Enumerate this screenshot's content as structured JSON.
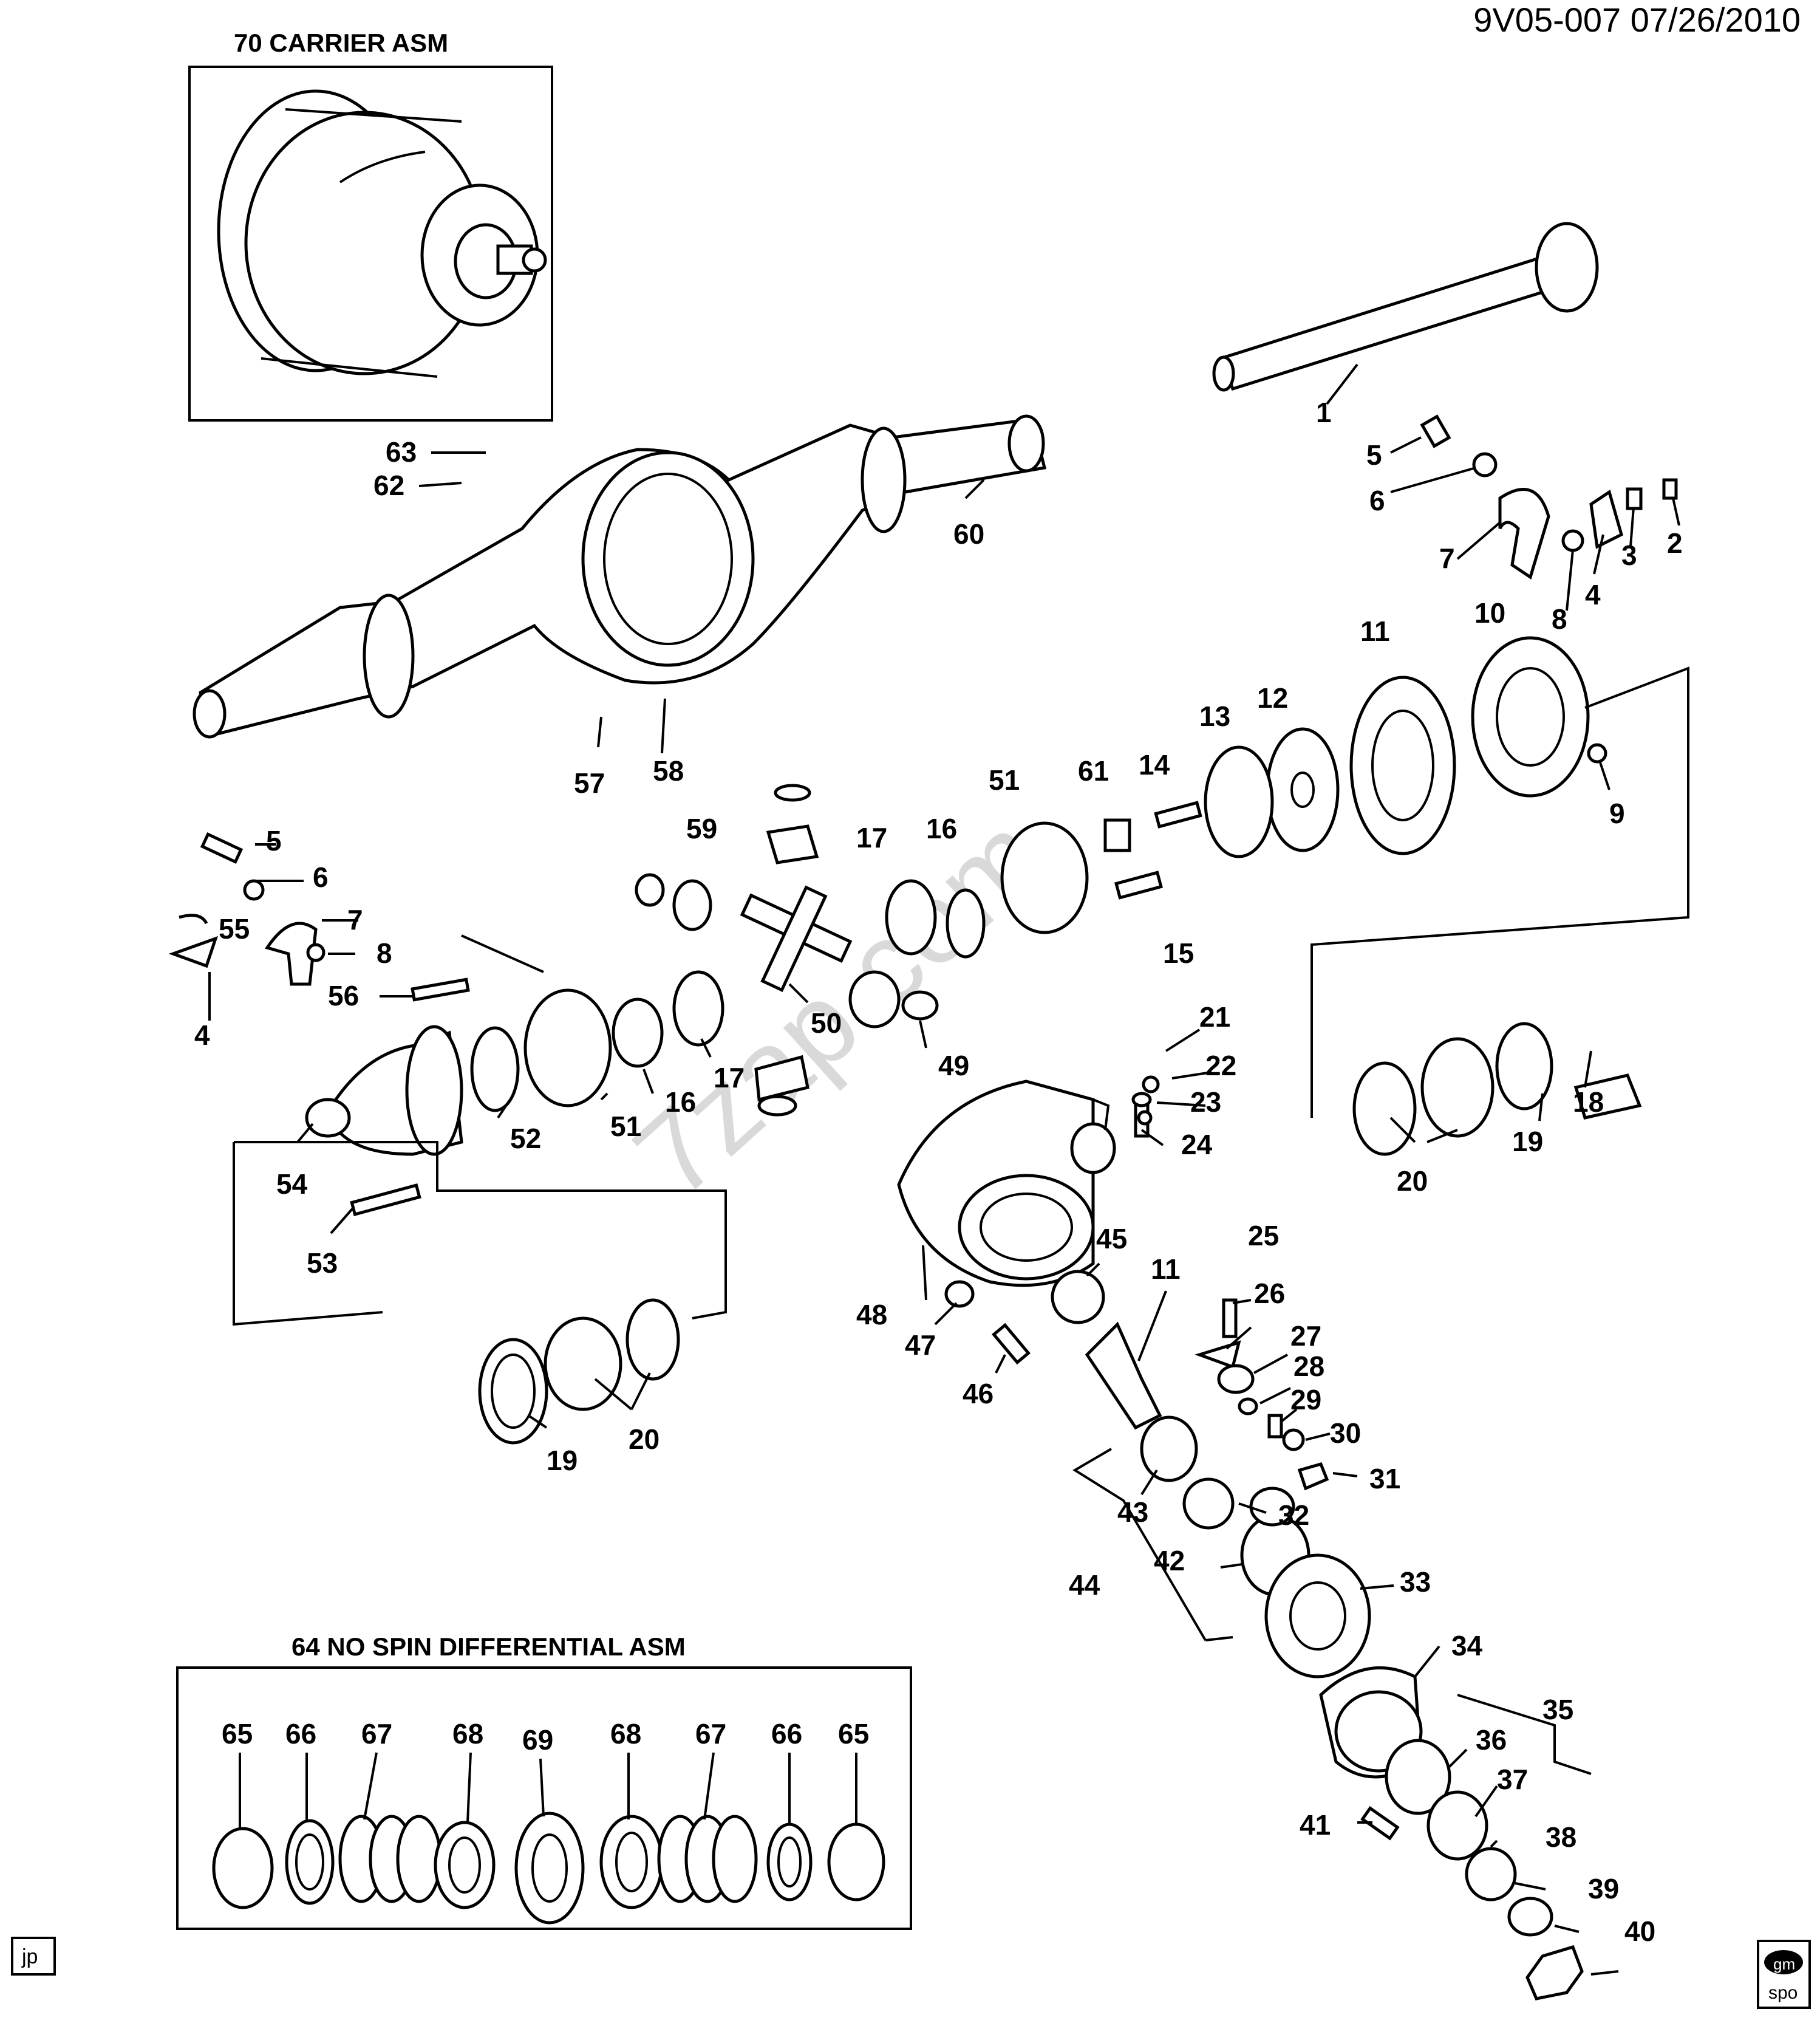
{
  "header": {
    "code": "9V05-007  07/26/2010"
  },
  "boxes": {
    "carrier": {
      "title": "70 CARRIER ASM"
    },
    "no_spin": {
      "title": "64  NO SPIN DIFFERENTIAL ASM"
    }
  },
  "watermark": "7zap.com",
  "footer": {
    "tag": "jp",
    "logo_top": "gm",
    "logo_bottom": "spo"
  },
  "labels": {
    "l1": "1",
    "l2": "2",
    "l3": "3",
    "l4a": "4",
    "l5a": "5",
    "l6a": "6",
    "l7a": "7",
    "l8a": "8",
    "l9": "9",
    "l10": "10",
    "l11a": "11",
    "l12": "12",
    "l13": "13",
    "l14": "14",
    "l15": "15",
    "l16a": "16",
    "l17a": "17",
    "l51a": "51",
    "l61": "61",
    "l59": "59",
    "l60": "60",
    "l62": "62",
    "l63": "63",
    "l57": "57",
    "l58": "58",
    "l5b": "5",
    "l6b": "6",
    "l7b": "7",
    "l8b": "8",
    "l55": "55",
    "l4b": "4",
    "l56": "56",
    "l52": "52",
    "l51b": "51",
    "l16b": "16",
    "l17b": "17",
    "l50": "50",
    "l49": "49",
    "l54": "54",
    "l53": "53",
    "l19a": "19",
    "l20a": "20",
    "l21": "21",
    "l22": "22",
    "l23": "23",
    "l24": "24",
    "l18": "18",
    "l19b": "19",
    "l20b": "20",
    "l48": "48",
    "l47": "47",
    "l45": "45",
    "l11b": "11",
    "l46": "46",
    "l25": "25",
    "l26": "26",
    "l27": "27",
    "l28": "28",
    "l29": "29",
    "l30": "30",
    "l31": "31",
    "l43": "43",
    "l32": "32",
    "l44": "44",
    "l42": "42",
    "l33": "33",
    "l34": "34",
    "l35": "35",
    "l36": "36",
    "l37": "37",
    "l41": "41",
    "l38": "38",
    "l39": "39",
    "l40": "40",
    "n65a": "65",
    "n66a": "66",
    "n67a": "67",
    "n68a": "68",
    "n69": "69",
    "n68b": "68",
    "n67b": "67",
    "n66b": "66",
    "n65b": "65"
  }
}
